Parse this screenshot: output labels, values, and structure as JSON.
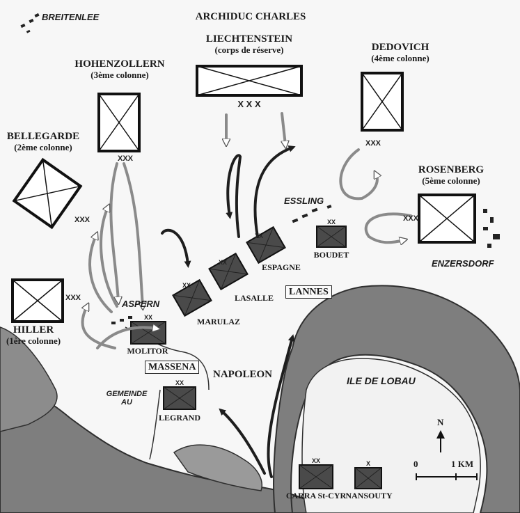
{
  "labels": {
    "breitenlee": "BREITENLEE",
    "archduke": "ARCHIDUC CHARLES",
    "liechtenstein_name": "LIECHTENSTEIN",
    "liechtenstein_sub": "(corps de réserve)",
    "hohenzollern_name": "HOHENZOLLERN",
    "hohenzollern_sub": "(3ème colonne)",
    "dedovich_name": "DEDOVICH",
    "dedovich_sub": "(4ème colonne)",
    "bellegarde_name": "BELLEGARDE",
    "bellegarde_sub": "(2ème colonne)",
    "rosenberg_name": "ROSENBERG",
    "rosenberg_sub": "(5ème colonne)",
    "hiller_name": "HILLER",
    "hiller_sub": "(1ère colonne)",
    "essling": "ESSLING",
    "aspern": "ASPERN",
    "enzersdorf": "ENZERSDORF",
    "gemeinde": "GEMEINDE",
    "au": "AU",
    "ile_de_lobau": "ILE DE LOBAU",
    "napoleon": "NAPOLEON",
    "massena": "MASSENA",
    "lannes": "LANNES",
    "boudet": "BOUDET",
    "espagne": "ESPAGNE",
    "lasalle": "LASALLE",
    "marulaz": "MARULAZ",
    "molitor": "MOLITOR",
    "legrand": "LEGRAND",
    "carra": "CARRA St-CYR",
    "nansouty": "NANSOUTY",
    "north": "N",
    "scale_zero": "0",
    "scale_km": "1 KM"
  },
  "echelons": {
    "corps": "XXX",
    "reserve": "X X X",
    "division": "XX",
    "brigade": "X"
  },
  "colors": {
    "river": "#7e7e7e",
    "river_edge": "#2f2f2f",
    "french_unit": "#4a4a4a",
    "austrian_unit": "#ffffff",
    "arrow_outline": "#8a8a8a",
    "arrow_solid": "#1e1e1e"
  }
}
